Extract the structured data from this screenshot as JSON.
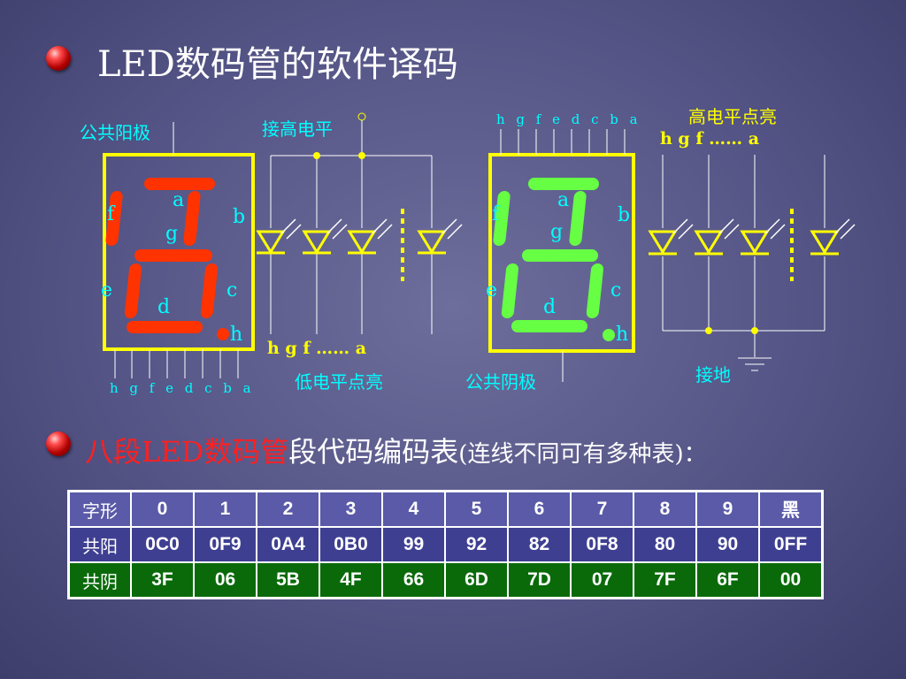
{
  "title": "LED数码管的软件译码",
  "subtitle": {
    "red": "八段LED数码管",
    "white": "段代码编码表",
    "note": "(连线不同可有多种表)："
  },
  "left_display": {
    "label": "公共阳极",
    "segment_color": "#ff3300",
    "segments": {
      "a": "a",
      "b": "b",
      "c": "c",
      "d": "d",
      "e": "e",
      "f": "f",
      "g": "g",
      "h": "h"
    },
    "pins": "h g f e d c b a"
  },
  "right_display": {
    "label": "公共阴极",
    "segment_color": "#66ff44",
    "segments": {
      "a": "a",
      "b": "b",
      "c": "c",
      "d": "d",
      "e": "e",
      "f": "f",
      "g": "g",
      "h": "h"
    },
    "pins": "h g f e d c b a"
  },
  "anode_circuit": {
    "top_label": "接高电平",
    "pins_label": "h    g    f …… a",
    "bottom_label": "低电平点亮"
  },
  "cathode_circuit": {
    "top_label": "高电平点亮",
    "pins_label": "h    g    f …… a",
    "bottom_label": "接地"
  },
  "table": {
    "rows": [
      {
        "name": "row-chars",
        "cells": [
          "字形",
          "0",
          "1",
          "2",
          "3",
          "4",
          "5",
          "6",
          "7",
          "8",
          "9",
          "黑"
        ]
      },
      {
        "name": "row-anode",
        "cells": [
          "共阳",
          "0C0",
          "0F9",
          "0A4",
          "0B0",
          "99",
          "92",
          "82",
          "0F8",
          "80",
          "90",
          "0FF"
        ]
      },
      {
        "name": "row-cathode",
        "cells": [
          "共阴",
          "3F",
          "06",
          "5B",
          "4F",
          "66",
          "6D",
          "7D",
          "07",
          "7F",
          "6F",
          "00"
        ]
      }
    ]
  }
}
